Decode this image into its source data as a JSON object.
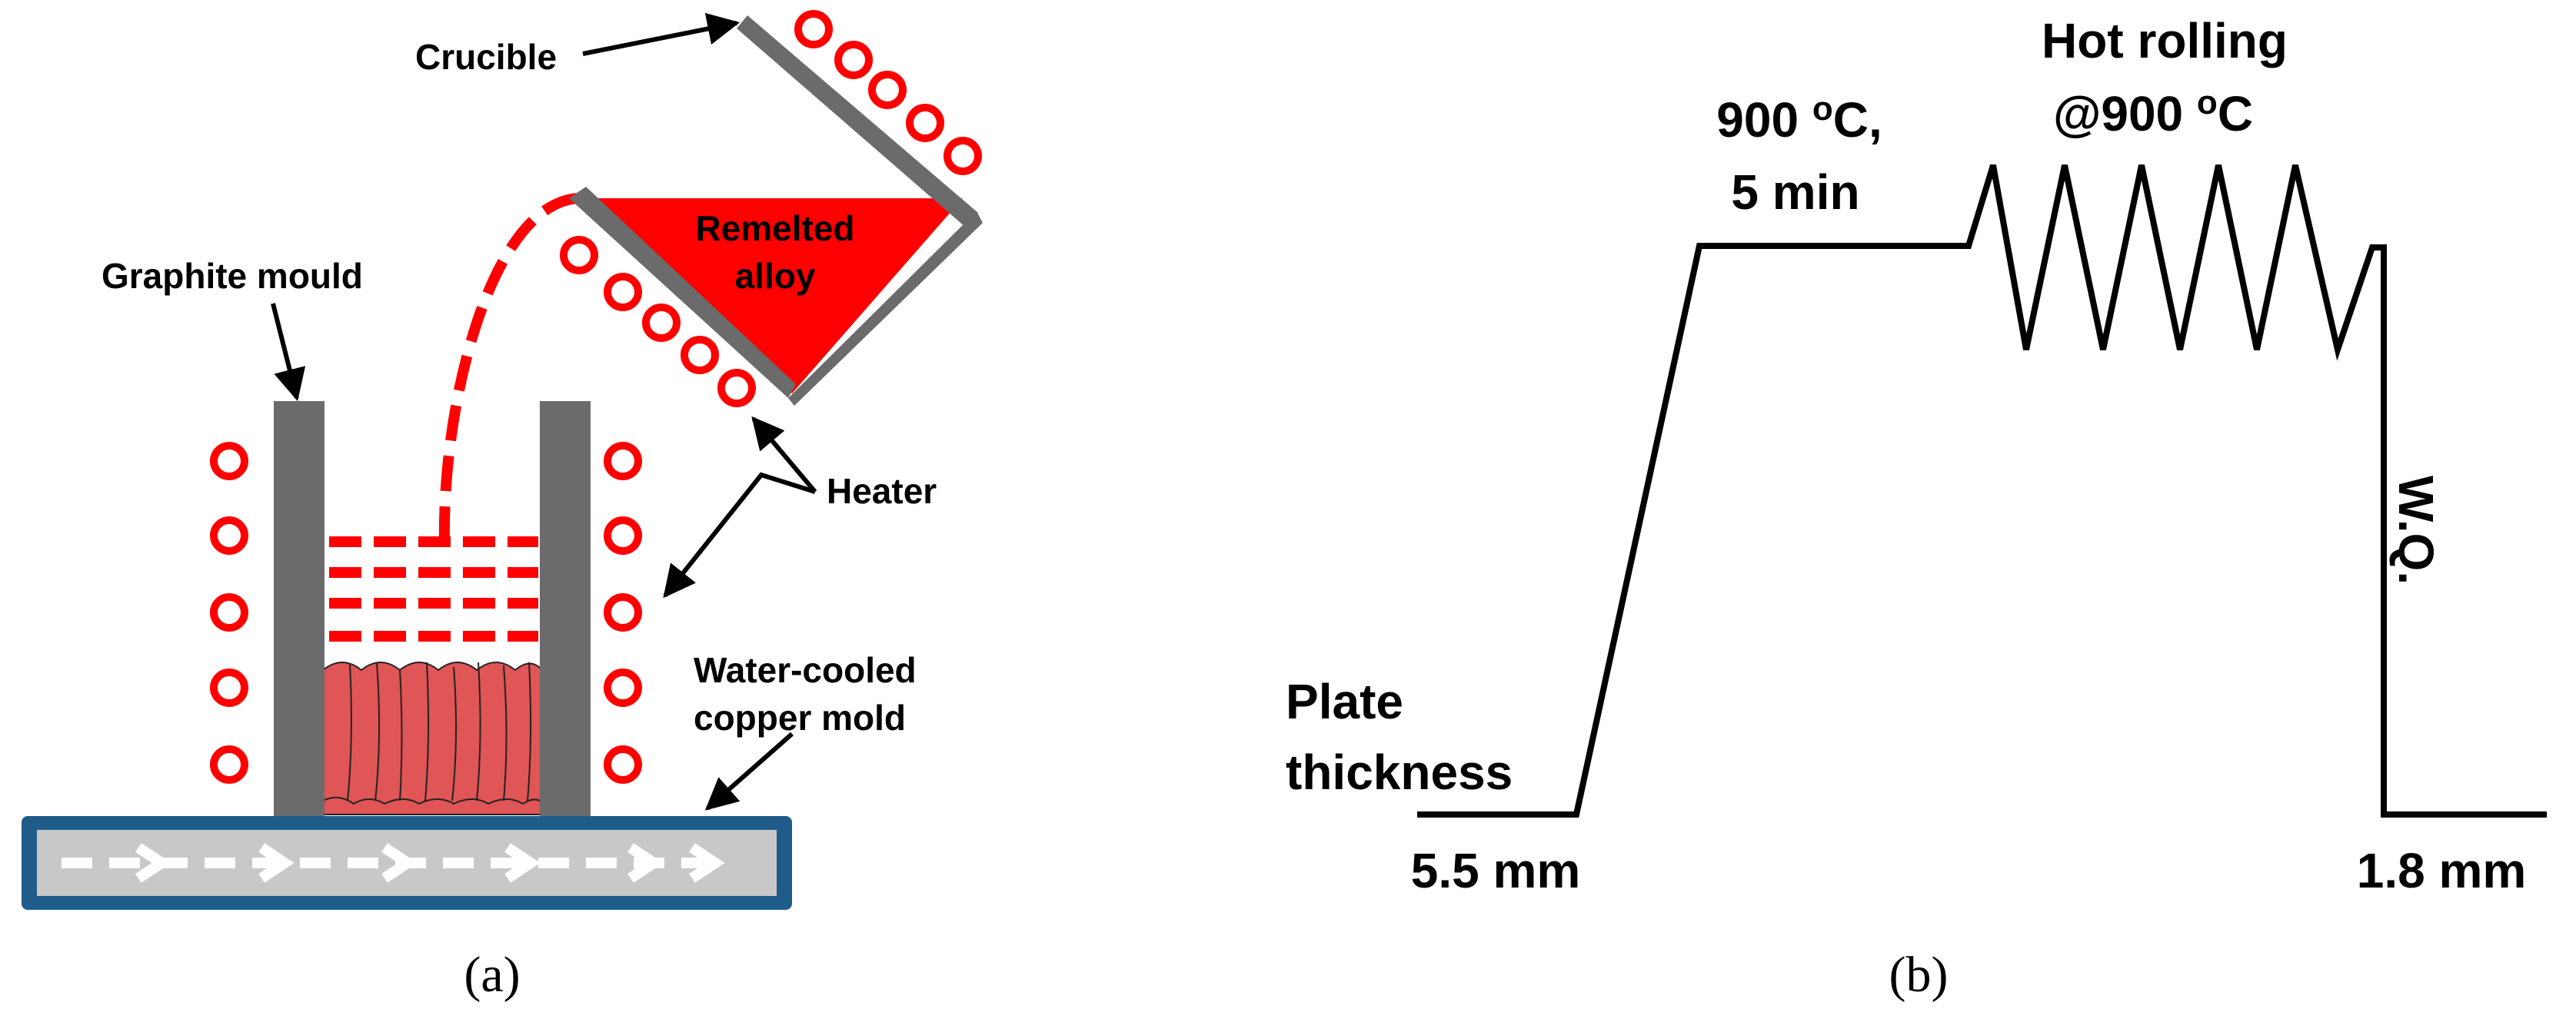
{
  "panel_a": {
    "caption": "(a)",
    "labels": {
      "crucible": "Crucible",
      "remelted_line1": "Remelted",
      "remelted_line2": "alloy",
      "graphite_mould": "Graphite mould",
      "heater": "Heater",
      "copper_line1": "Water-cooled",
      "copper_line2": "copper mold"
    },
    "colors": {
      "melt": "#ff0000",
      "heater_coil": "#ff0000",
      "ingot": "#e05555",
      "mould_wall": "#6b6b6b",
      "copper_plate_border": "#1f5c8a",
      "copper_plate_fill": "#c8c8c8",
      "water_arrows": "#ffffff"
    },
    "icons": [
      "heater-coil-icon",
      "water-flow-arrow-icon"
    ]
  },
  "panel_b": {
    "caption": "(b)",
    "labels": {
      "hold_temp": "900 ",
      "hold_temp_unit": "C,",
      "hold_time": "5 min",
      "rolling_line1": "Hot rolling",
      "rolling_line2_prefix": "@900 ",
      "rolling_line2_unit": "C",
      "degree_mark": "o",
      "quench": "W.Q.",
      "plate_line1": "Plate",
      "plate_line2": "thickness",
      "initial_thickness": "5.5 mm",
      "final_thickness": "1.8 mm"
    }
  }
}
